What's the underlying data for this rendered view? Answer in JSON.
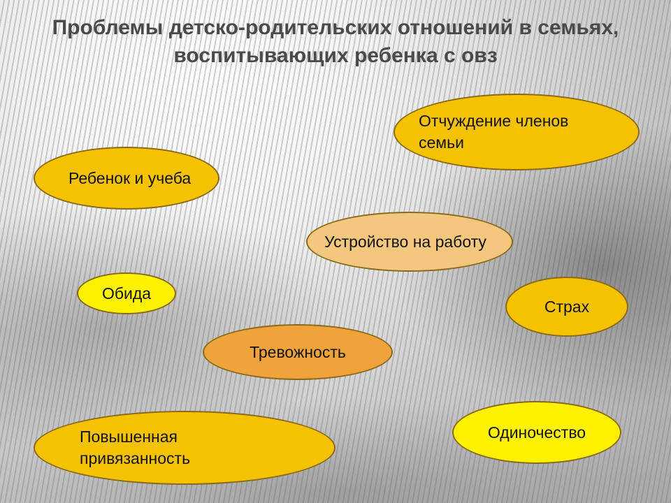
{
  "title": {
    "line1": "Проблемы детско-родительских отношений в семьях,",
    "line2": "воспитывающих ребенка с овз"
  },
  "bubbles": {
    "alienation": "Отчуждение членов\nсемьи",
    "study": "Ребенок и учеба",
    "employment": "Устройство на работу",
    "resentment": "Обида",
    "fear": "Страх",
    "anxiety": "Тревожность",
    "attachment": "Повышенная\nпривязанность",
    "loneliness": "Одиночество"
  },
  "colors": {
    "gold": "#f5c200",
    "yellow": "#fff200",
    "peach": "#f4c77e",
    "orange": "#efa33a",
    "title": "#4a4a4a"
  }
}
